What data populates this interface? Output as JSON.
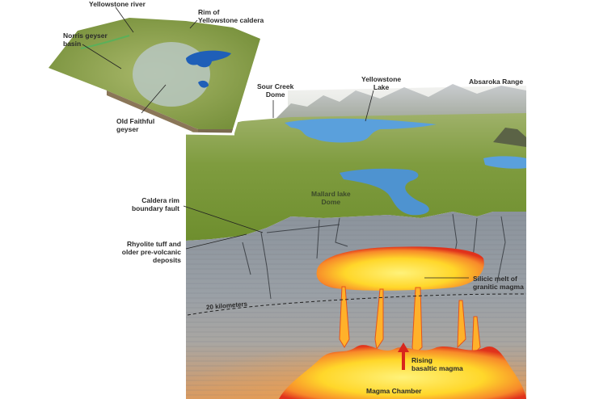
{
  "title": "Yellowstone caldera cross-section",
  "colors": {
    "terrain_green": "#7a9a3a",
    "lake_blue": "#5aa0dc",
    "inset_lake_blue": "#1f5fb8",
    "crust_gray": "#8d949c",
    "magma_yellow": "#ffe23a",
    "magma_red": "#e0321c",
    "label_text": "#2a2a2a"
  },
  "inset_labels": {
    "yellowstone_river": "Yellowstone river",
    "rim_line1": "Rim of",
    "rim_line2": "Yellowstone caldera",
    "norris_line1": "Norris geyser",
    "norris_line2": "basin",
    "faithful_line1": "Old Faithful",
    "faithful_line2": "geyser"
  },
  "surface_labels": {
    "sour_creek_line1": "Sour Creek",
    "sour_creek_line2": "Dome",
    "lake_line1": "Yellowstone",
    "lake_line2": "Lake",
    "absaroka": "Absaroka Range",
    "mallard_line1": "Mallard lake",
    "mallard_line2": "Dome"
  },
  "section_labels": {
    "fault_line1": "Caldera rim",
    "fault_line2": "boundary fault",
    "rhyolite_line1": "Rhyolite tuff and",
    "rhyolite_line2": "older pre-volcanic",
    "rhyolite_line3": "deposits",
    "silicic_line1": "Silicic melt of",
    "silicic_line2": "granitic magma",
    "depth": "20 kilometers",
    "rising_line1": "Rising",
    "rising_line2": "basaltic magma",
    "chamber": "Magma Chamber"
  }
}
